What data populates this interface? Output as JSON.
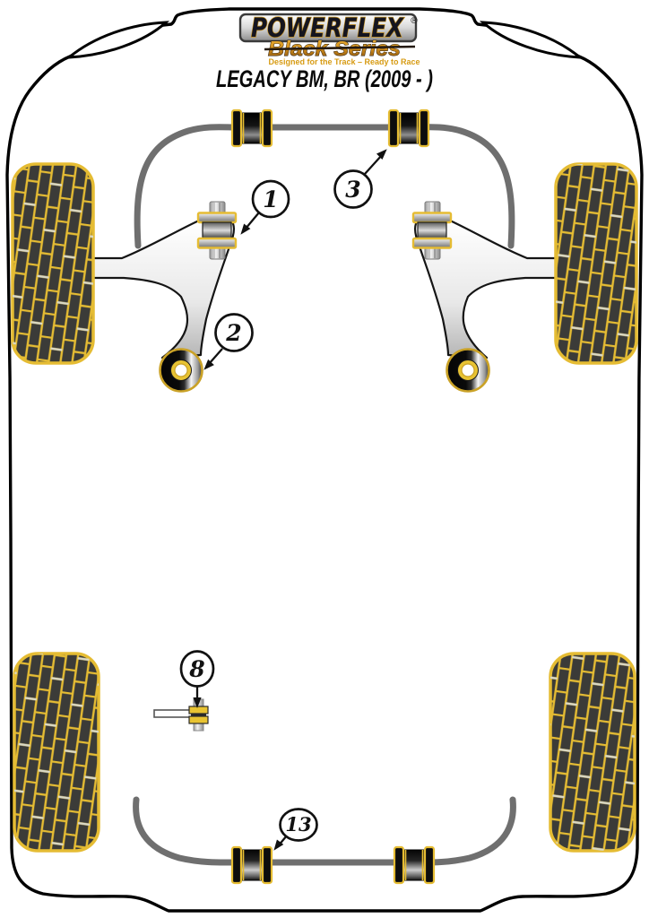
{
  "logo": {
    "brand": "POWERFLEX",
    "registered": "®",
    "series": "Black Series",
    "tagline": "Designed for the Track – Ready to Race"
  },
  "title": "LEGACY BM, BR (2009 - )",
  "callouts": [
    {
      "label": "1",
      "points_to": "front-control-arm-front-bushing-left"
    },
    {
      "label": "2",
      "points_to": "front-control-arm-rear-bushing-left"
    },
    {
      "label": "3",
      "points_to": "front-anti-roll-bar-bushing-right"
    },
    {
      "label": "8",
      "points_to": "gear-linkage-rod-bushing"
    },
    {
      "label": "13",
      "points_to": "rear-anti-roll-bar-bushing-left"
    }
  ],
  "colors": {
    "accent_yellow": "#e5bc33",
    "tire_black": "#3b3b38",
    "bar_gray": "#6f6f6f",
    "outline_black": "#111111",
    "logo_gold": "#d79b13",
    "series_orange": "#cc8a1a"
  }
}
